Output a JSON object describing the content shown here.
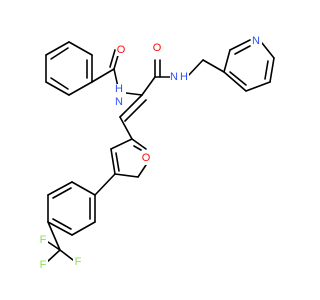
{
  "molecule": {
    "atoms": {
      "o_benzoyl": {
        "text": "O",
        "color": "#ff0d0d"
      },
      "nh_benzamide": {
        "text": "H",
        "color": "#3050f8"
      },
      "n_benzamide": {
        "text": "N",
        "color": "#3050f8"
      },
      "o_amide": {
        "text": "O",
        "color": "#ff0d0d"
      },
      "nh_amide": {
        "text": "N",
        "color": "#3050f8"
      },
      "h_amide": {
        "text": "H",
        "color": "#3050f8"
      },
      "n_pyridine": {
        "text": "N",
        "color": "#3050f8"
      },
      "o_furan": {
        "text": "O",
        "color": "#ff0d0d"
      },
      "f1": {
        "text": "F",
        "color": "#90e050"
      },
      "f2": {
        "text": "F",
        "color": "#90e050"
      },
      "f3": {
        "text": "F",
        "color": "#90e050"
      }
    }
  }
}
